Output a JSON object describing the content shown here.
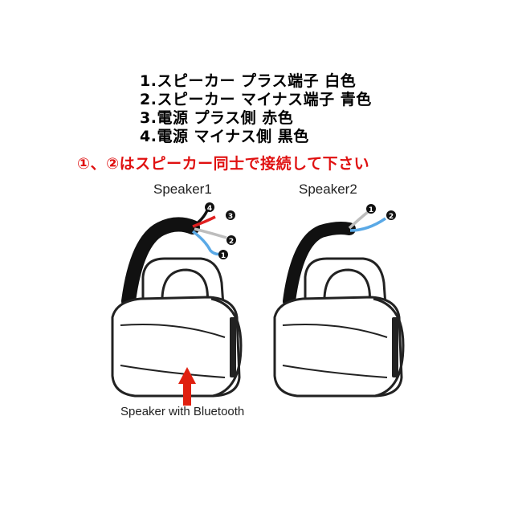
{
  "legend": [
    "1.スピーカー プラス端子 白色",
    "2.スピーカー マイナス端子 青色",
    "3.電源 プラス側 赤色",
    "4.電源 マイナス側 黒色"
  ],
  "notice": "①、②はスピーカー同士で接続して下さい",
  "speakers": [
    {
      "label": "Speaker1",
      "wire_markers": [
        "4",
        "3",
        "2",
        "1"
      ]
    },
    {
      "label": "Speaker2",
      "wire_markers": [
        "1",
        "2"
      ]
    }
  ],
  "arrow_label": "Speaker with Bluetooth",
  "colors": {
    "notice": "#e01010",
    "wire_white": "#bdbdbd",
    "wire_blue": "#5aa9e6",
    "wire_red": "#e02020",
    "wire_black": "#111111",
    "arrow": "#e02010"
  }
}
